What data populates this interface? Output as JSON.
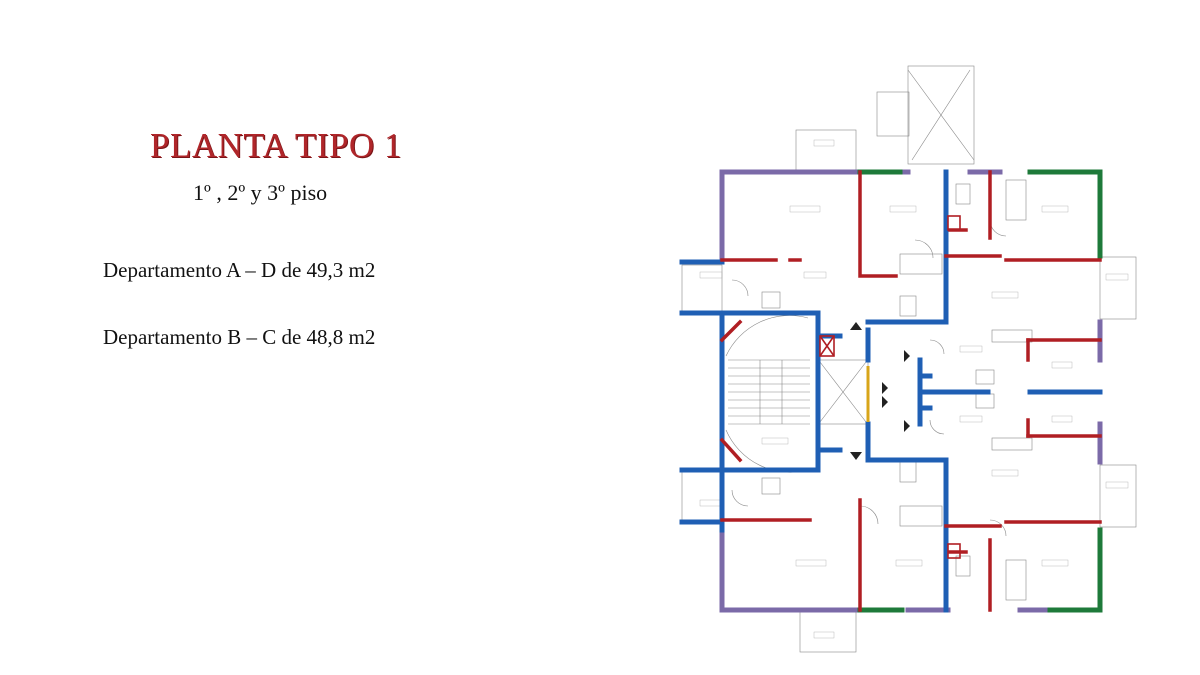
{
  "title": "PLANTA TIPO 1",
  "subtitle": "1º , 2º y 3º piso",
  "departments": [
    {
      "text": "Departamento A – D de 49,3 m2"
    },
    {
      "text": "Departamento B – C de 48,8 m2"
    }
  ],
  "colors": {
    "title": "#b0262a",
    "wall_blue": "#1f5fb4",
    "wall_red": "#b01e23",
    "wall_purple": "#7b6aa8",
    "wall_green": "#1e7a3a",
    "elevator_yellow": "#d8a51a"
  }
}
